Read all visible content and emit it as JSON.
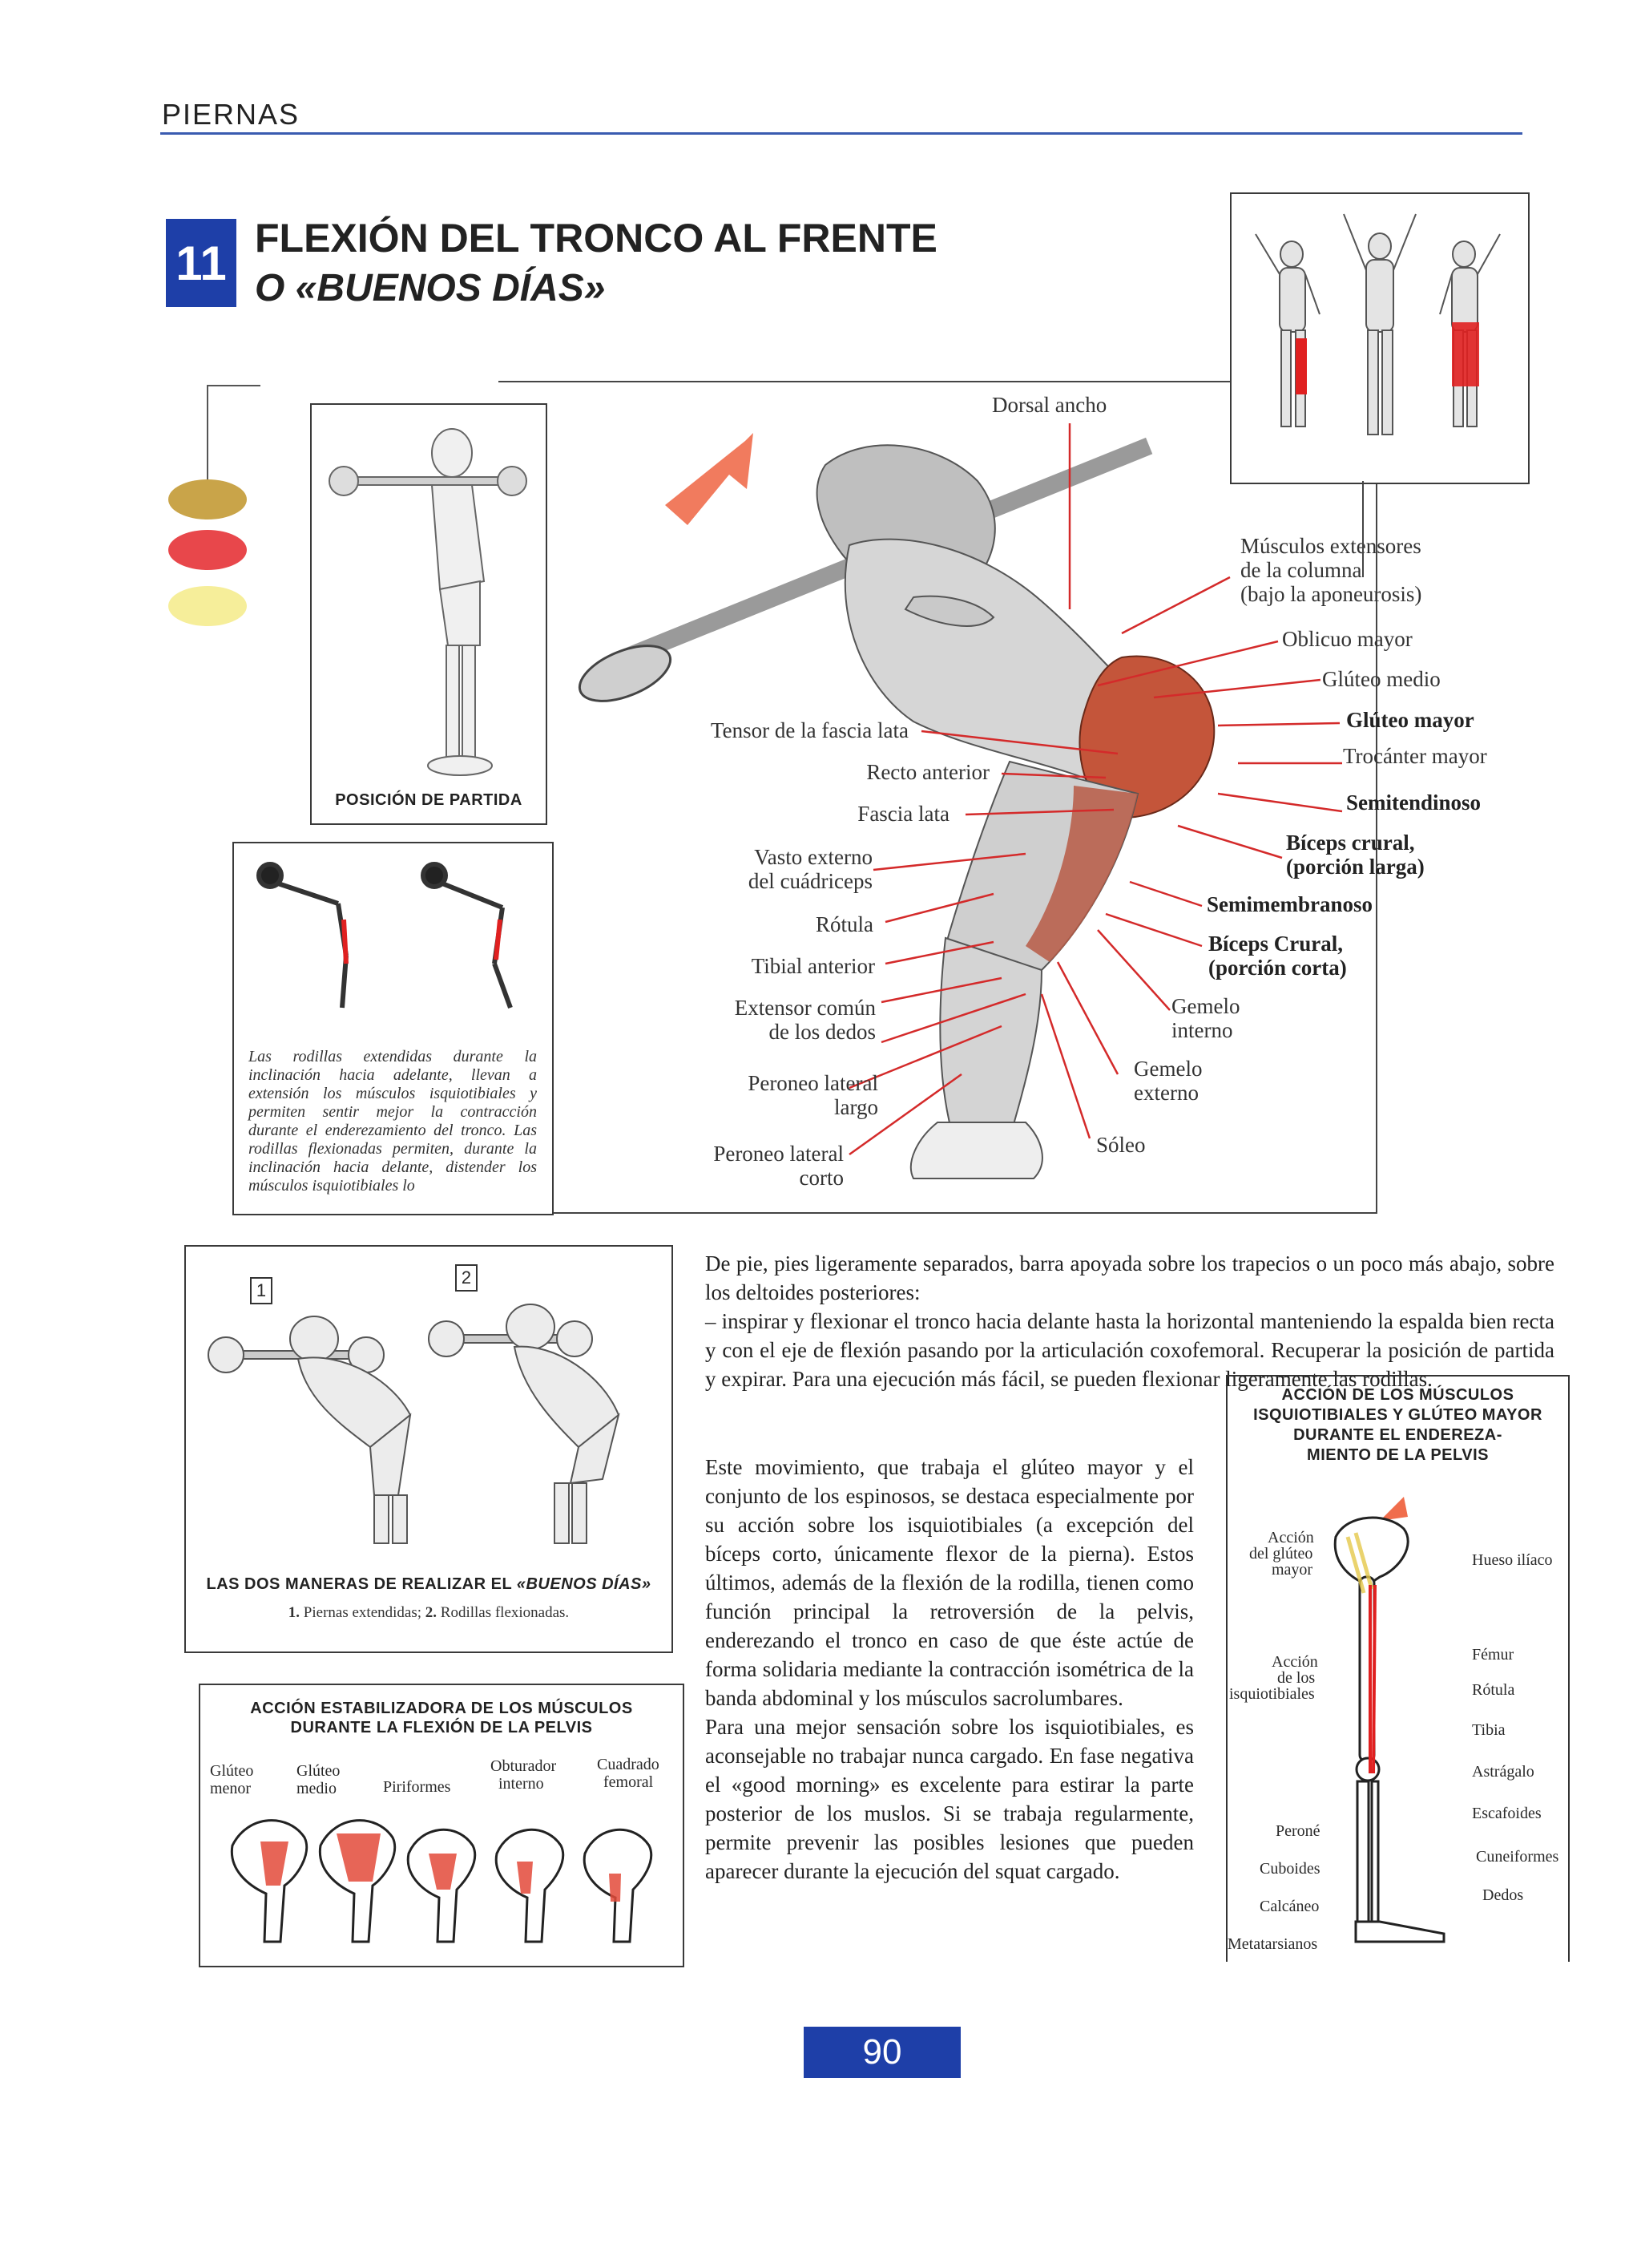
{
  "header": {
    "section": "PIERNAS"
  },
  "exercise": {
    "number": "11",
    "title_line1": "FLEXIÓN DEL TRONCO AL FRENTE",
    "title_line2": "O «BUENOS DÍAS»"
  },
  "colors": {
    "accent_blue": "#1e3fa8",
    "dot_gold": "#c9a449",
    "dot_red": "#e8474b",
    "dot_yellow": "#f6ee9a",
    "muscle_red": "#d8302a"
  },
  "start_position": {
    "caption": "POSICIÓN DE PARTIDA"
  },
  "knees_box": {
    "text": "Las rodillas extendidas durante la inclinación hacia adelante, llevan a extensión los músculos isquiotibiales y permiten sentir mejor la contracción durante el enderezamiento del tronco. Las rodillas flexionadas permiten, durante la inclinación hacia delante, distender los músculos isquiotibiales lo"
  },
  "main_labels": {
    "dorsal_ancho": "Dorsal ancho",
    "extensores": "Músculos extensores",
    "extensores2": "de la columna",
    "extensores3": "(bajo la aponeurosis)",
    "oblicuo": "Oblicuo mayor",
    "gluteo_medio": "Glúteo medio",
    "gluteo_mayor": "Glúteo mayor",
    "trocanter": "Trocánter mayor",
    "semitendinoso": "Semitendinoso",
    "biceps_largo1": "Bíceps crural,",
    "biceps_largo2": "(porción larga)",
    "semimembranoso": "Semimembranoso",
    "biceps_corta1": "Bíceps Crural,",
    "biceps_corta2": "(porción corta)",
    "gemelo_int1": "Gemelo",
    "gemelo_int2": "interno",
    "gemelo_ext1": "Gemelo",
    "gemelo_ext2": "externo",
    "soleo": "Sóleo",
    "tensor": "Tensor de la fascia lata",
    "recto": "Recto anterior",
    "fascia": "Fascia lata",
    "vasto1": "Vasto externo",
    "vasto2": "del cuádriceps",
    "rotula": "Rótula",
    "tibial": "Tibial anterior",
    "extensor1": "Extensor común",
    "extensor2": "de los dedos",
    "peroneo_largo1": "Peroneo lateral",
    "peroneo_largo2": "largo",
    "peroneo_corto1": "Peroneo lateral",
    "peroneo_corto2": "corto"
  },
  "two_ways": {
    "badge1": "1",
    "badge2": "2",
    "caption_prefix": "LAS DOS MANERAS DE REALIZAR EL ",
    "caption_em": "«BUENOS DÍAS»",
    "sub_n1": "1.",
    "sub_t1": " Piernas extendidas; ",
    "sub_n2": "2.",
    "sub_t2": " Rodillas flexionadas."
  },
  "stabilizing": {
    "title1": "ACCIÓN ESTABILIZADORA DE LOS MÚSCULOS",
    "title2": "DURANTE LA FLEXIÓN DE LA PELVIS",
    "labels": [
      {
        "l1": "Glúteo",
        "l2": "menor"
      },
      {
        "l1": "Glúteo",
        "l2": "medio"
      },
      {
        "l1": "Piriformes",
        "l2": ""
      },
      {
        "l1": "Obturador",
        "l2": "interno"
      },
      {
        "l1": "Cuadrado",
        "l2": "femoral"
      }
    ]
  },
  "body_text": {
    "p1": "De pie, pies ligeramente separados, barra apoyada sobre los trapecios o un poco más abajo, sobre los deltoides posteriores:",
    "p2": "– inspirar y flexionar el tronco hacia delante hasta la horizontal manteniendo la espalda bien recta y con el eje de flexión pasando por la articulación coxofemoral. Recuperar la posición de partida y expirar. Para una ejecución más fácil, se pueden flexionar ligeramente las rodillas.",
    "p3": "Este movimiento, que trabaja el glúteo mayor y el conjunto de los espinosos, se destaca especialmente por su acción sobre los isquiotibiales (a excepción del bíceps corto, únicamente flexor de la pierna). Estos últimos, además de la flexión de la rodilla, tienen como función principal la retroversión de la pelvis, enderezando el tronco en caso de que éste actúe de forma solidaria mediante la contracción isométrica de la banda abdominal y los músculos sacrolumbares.",
    "p4": "Para una mejor sensación sobre los isquiotibiales, es aconsejable no trabajar nunca cargado. En fase negativa el «good morning» es excelente para estirar la parte posterior de los muslos. Si se trabaja regularmente, permite prevenir las posibles lesiones que pueden aparecer durante la ejecución del squat cargado."
  },
  "hamstring_box": {
    "title1": "ACCIÓN DE LOS MÚSCULOS",
    "title2": "ISQUIOTIBIALES Y GLÚTEO MAYOR",
    "title3": "DURANTE EL ENDEREZA-",
    "title4": "MIENTO DE LA PELVIS",
    "accion_gluteo1": "Acción",
    "accion_gluteo2": "del glúteo",
    "accion_gluteo3": "mayor",
    "accion_isq1": "Acción",
    "accion_isq2": "de los",
    "accion_isq3": "isquiotibiales",
    "hueso": "Hueso ilíaco",
    "femur": "Fémur",
    "rotula": "Rótula",
    "tibia": "Tibia",
    "astragalo": "Astrágalo",
    "escafoides": "Escafoides",
    "cuneiformes": "Cuneiformes",
    "dedos": "Dedos",
    "perone": "Peroné",
    "cuboides": "Cuboides",
    "calcaneo": "Calcáneo",
    "metatarsianos": "Metatarsianos"
  },
  "page_number": "90"
}
